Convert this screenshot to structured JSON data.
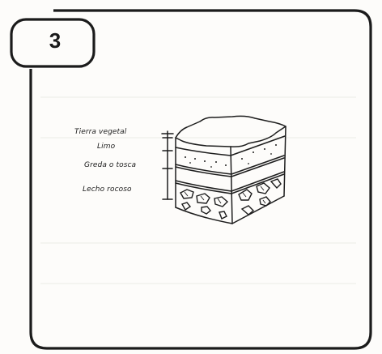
{
  "step": {
    "number": "3"
  },
  "diagram": {
    "layers": [
      "Tierra vegetal",
      "Limo",
      "Greda o tosca",
      "Lecho rocoso"
    ]
  }
}
